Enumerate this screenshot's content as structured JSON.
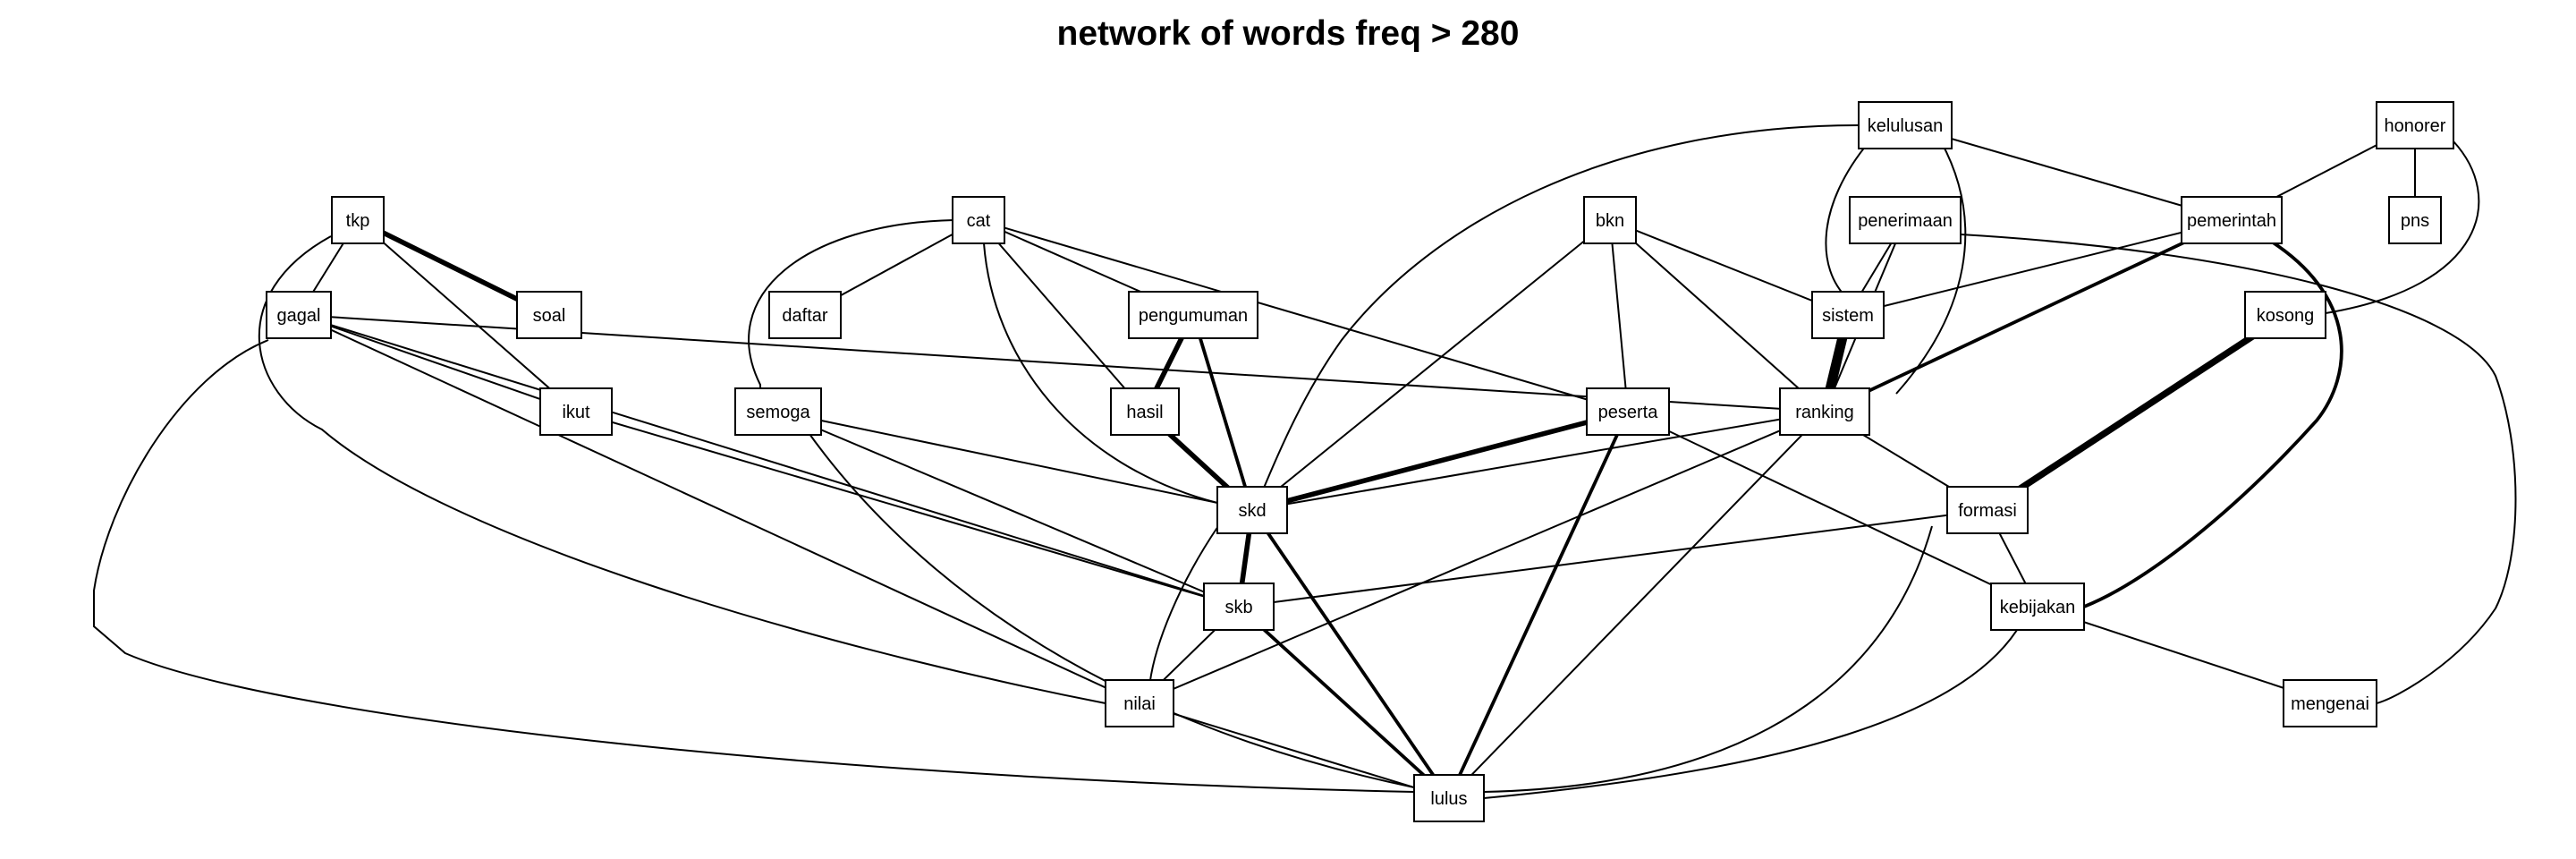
{
  "title": "network of words freq > 280",
  "nodes": [
    {
      "id": "kelulusan",
      "label": "kelulusan"
    },
    {
      "id": "honorer",
      "label": "honorer"
    },
    {
      "id": "tkp",
      "label": "tkp"
    },
    {
      "id": "cat",
      "label": "cat"
    },
    {
      "id": "bkn",
      "label": "bkn"
    },
    {
      "id": "penerimaan",
      "label": "penerimaan"
    },
    {
      "id": "pemerintah",
      "label": "pemerintah"
    },
    {
      "id": "pns",
      "label": "pns"
    },
    {
      "id": "gagal",
      "label": "gagal"
    },
    {
      "id": "soal",
      "label": "soal"
    },
    {
      "id": "daftar",
      "label": "daftar"
    },
    {
      "id": "pengumuman",
      "label": "pengumuman"
    },
    {
      "id": "sistem",
      "label": "sistem"
    },
    {
      "id": "kosong",
      "label": "kosong"
    },
    {
      "id": "ikut",
      "label": "ikut"
    },
    {
      "id": "semoga",
      "label": "semoga"
    },
    {
      "id": "hasil",
      "label": "hasil"
    },
    {
      "id": "peserta",
      "label": "peserta"
    },
    {
      "id": "ranking",
      "label": "ranking"
    },
    {
      "id": "skd",
      "label": "skd"
    },
    {
      "id": "formasi",
      "label": "formasi"
    },
    {
      "id": "skb",
      "label": "skb"
    },
    {
      "id": "kebijakan",
      "label": "kebijakan"
    },
    {
      "id": "nilai",
      "label": "nilai"
    },
    {
      "id": "mengenai",
      "label": "mengenai"
    },
    {
      "id": "lulus",
      "label": "lulus"
    }
  ],
  "edges": [
    {
      "from": "tkp",
      "to": "soal",
      "weight": 3
    },
    {
      "from": "tkp",
      "to": "gagal",
      "weight": 1
    },
    {
      "from": "tkp",
      "to": "ikut",
      "weight": 1
    },
    {
      "from": "tkp",
      "to": "nilai",
      "weight": 1
    },
    {
      "from": "gagal",
      "to": "ikut",
      "weight": 1
    },
    {
      "from": "gagal",
      "to": "ranking",
      "weight": 1
    },
    {
      "from": "gagal",
      "to": "skb",
      "weight": 1
    },
    {
      "from": "gagal",
      "to": "nilai",
      "weight": 1
    },
    {
      "from": "gagal",
      "to": "lulus",
      "weight": 1
    },
    {
      "from": "ikut",
      "to": "skb",
      "weight": 1
    },
    {
      "from": "cat",
      "to": "daftar",
      "weight": 1
    },
    {
      "from": "cat",
      "to": "pengumuman",
      "weight": 1
    },
    {
      "from": "cat",
      "to": "hasil",
      "weight": 1
    },
    {
      "from": "cat",
      "to": "skd",
      "weight": 1
    },
    {
      "from": "cat",
      "to": "peserta",
      "weight": 1
    },
    {
      "from": "cat",
      "to": "skb",
      "weight": 1
    },
    {
      "from": "pengumuman",
      "to": "hasil",
      "weight": 3
    },
    {
      "from": "pengumuman",
      "to": "skd",
      "weight": 2
    },
    {
      "from": "hasil",
      "to": "skd",
      "weight": 3
    },
    {
      "from": "semoga",
      "to": "skd",
      "weight": 1
    },
    {
      "from": "semoga",
      "to": "skb",
      "weight": 1
    },
    {
      "from": "semoga",
      "to": "lulus",
      "weight": 1
    },
    {
      "from": "bkn",
      "to": "sistem",
      "weight": 1
    },
    {
      "from": "bkn",
      "to": "ranking",
      "weight": 1
    },
    {
      "from": "bkn",
      "to": "peserta",
      "weight": 1
    },
    {
      "from": "bkn",
      "to": "skd",
      "weight": 1
    },
    {
      "from": "kelulusan",
      "to": "pemerintah",
      "weight": 1
    },
    {
      "from": "kelulusan",
      "to": "sistem",
      "weight": 1
    },
    {
      "from": "kelulusan",
      "to": "ranking",
      "weight": 1
    },
    {
      "from": "kelulusan",
      "to": "skd",
      "weight": 1
    },
    {
      "from": "penerimaan",
      "to": "sistem",
      "weight": 1
    },
    {
      "from": "penerimaan",
      "to": "ranking",
      "weight": 1
    },
    {
      "from": "penerimaan",
      "to": "mengenai",
      "weight": 1
    },
    {
      "from": "honorer",
      "to": "pemerintah",
      "weight": 1
    },
    {
      "from": "honorer",
      "to": "pns",
      "weight": 1
    },
    {
      "from": "honorer",
      "to": "kosong",
      "weight": 1
    },
    {
      "from": "pemerintah",
      "to": "sistem",
      "weight": 1
    },
    {
      "from": "pemerintah",
      "to": "ranking",
      "weight": 2
    },
    {
      "from": "pemerintah",
      "to": "kebijakan",
      "weight": 2
    },
    {
      "from": "sistem",
      "to": "ranking",
      "weight": 6
    },
    {
      "from": "kosong",
      "to": "formasi",
      "weight": 4
    },
    {
      "from": "peserta",
      "to": "skd",
      "weight": 3
    },
    {
      "from": "peserta",
      "to": "lulus",
      "weight": 2
    },
    {
      "from": "peserta",
      "to": "kebijakan",
      "weight": 1
    },
    {
      "from": "ranking",
      "to": "skd",
      "weight": 1
    },
    {
      "from": "ranking",
      "to": "formasi",
      "weight": 1
    },
    {
      "from": "ranking",
      "to": "nilai",
      "weight": 1
    },
    {
      "from": "ranking",
      "to": "lulus",
      "weight": 1
    },
    {
      "from": "formasi",
      "to": "skb",
      "weight": 1
    },
    {
      "from": "formasi",
      "to": "kebijakan",
      "weight": 1
    },
    {
      "from": "formasi",
      "to": "lulus",
      "weight": 1
    },
    {
      "from": "skd",
      "to": "skb",
      "weight": 3
    },
    {
      "from": "skd",
      "to": "nilai",
      "weight": 1
    },
    {
      "from": "skd",
      "to": "lulus",
      "weight": 2
    },
    {
      "from": "skb",
      "to": "nilai",
      "weight": 1
    },
    {
      "from": "skb",
      "to": "lulus",
      "weight": 2
    },
    {
      "from": "nilai",
      "to": "lulus",
      "weight": 1
    },
    {
      "from": "kebijakan",
      "to": "mengenai",
      "weight": 1
    },
    {
      "from": "kebijakan",
      "to": "lulus",
      "weight": 1
    }
  ]
}
